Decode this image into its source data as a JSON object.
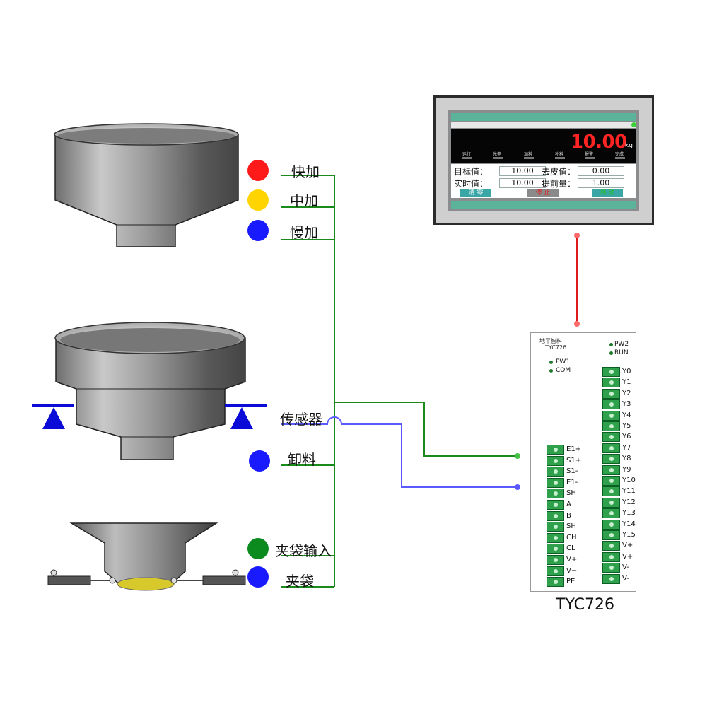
{
  "inputs": [
    {
      "label": "快加",
      "color": "#ff1a1a"
    },
    {
      "label": "中加",
      "color": "#ffd400"
    },
    {
      "label": "慢加",
      "color": "#1a1aff"
    },
    {
      "label": "传感器",
      "color": ""
    },
    {
      "label": "卸料",
      "color": "#1a1aff"
    },
    {
      "label": "夹袋输入",
      "color": "#0b8a1e"
    },
    {
      "label": "夹袋",
      "color": "#1a1aff"
    }
  ],
  "hmi": {
    "weight": "10.00",
    "unit": "kg",
    "status": [
      "运行",
      "光电",
      "加料",
      "补料",
      "报警",
      "完成"
    ],
    "fields": [
      {
        "label": "目标值：",
        "value": "10.00"
      },
      {
        "label": "去皮值：",
        "value": "0.00"
      },
      {
        "label": "实时值：",
        "value": "10.00"
      },
      {
        "label": "提前量：",
        "value": "1.00"
      }
    ],
    "buttons": [
      "清  零",
      "停  止",
      "启  动"
    ]
  },
  "controller": {
    "brand": "地平智料",
    "model": "TYC726",
    "caption": "TYC726",
    "leds_left": [
      "PW1",
      "COM"
    ],
    "leds_right": [
      "PW2",
      "RUN"
    ],
    "left_terminals": [
      "E1+",
      "S1+",
      "S1-",
      "E1-",
      "SH",
      "A",
      "B",
      "SH",
      "CH",
      "CL",
      "V+",
      "V−",
      "PE"
    ],
    "right_terminals": [
      "Y0",
      "Y1",
      "Y2",
      "Y3",
      "Y4",
      "Y5",
      "Y6",
      "Y7",
      "Y8",
      "Y9",
      "Y10",
      "Y11",
      "Y12",
      "Y13",
      "Y14",
      "Y15",
      "V+",
      "V+",
      "V-",
      "V-"
    ]
  },
  "colors": {
    "green_wire": "#1a8a1a",
    "blue_wire": "#5a5aff",
    "red_wire": "#e01a1a"
  }
}
